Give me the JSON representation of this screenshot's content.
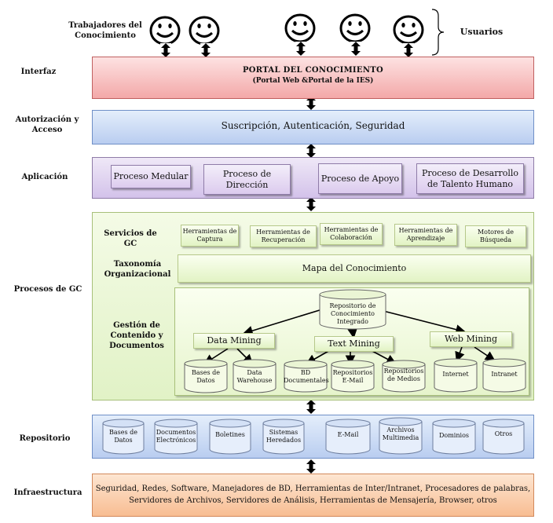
{
  "users": {
    "workers_label": "Trabajadores del Conocimiento",
    "users_label": "Usuarios"
  },
  "layers": {
    "interfaz": {
      "label": "Interfaz",
      "title": "PORTAL DEL CONOCIMIENTO",
      "subtitle": "(Portal Web &Portal de la IES)"
    },
    "autorizacion": {
      "label": "Autorización y Acceso",
      "text": "Suscripción, Autenticación, Seguridad"
    },
    "aplicacion": {
      "label": "Aplicación",
      "items": [
        "Proceso Medular",
        "Proceso de Dirección",
        "Proceso de Apoyo",
        "Proceso de Desarrollo de Talento Humano"
      ]
    },
    "procesos": {
      "label": "Procesos de GC",
      "servicios_label": "Servicios de GC",
      "servicios": [
        "Herramientas de Captura",
        "Herramientas de Recuperación",
        "Herramientas de Colaboración",
        "Herramientas de Aprendizaje",
        "Motores de Búsqueda"
      ],
      "taxonomia_label": "Taxonomía Organizacional",
      "mapa": "Mapa del Conocimiento",
      "gestion_label": "Gestión de Contenido y Documentos",
      "repositorio": "Repositorio de Conocimiento Integrado",
      "mining": [
        "Data Mining",
        "Text Mining",
        "Web Mining"
      ],
      "stores": [
        "Bases de Datos",
        "Data Warehouse",
        "BD Documentales",
        "Repositorios E-Mail",
        "Repositorios de Medios",
        "Internet",
        "Intranet"
      ]
    },
    "repositorio": {
      "label": "Repositorio",
      "items": [
        "Bases de Datos",
        "Documentos Electrónicos",
        "Boletines",
        "Sistemas Heredados",
        "E-Mail",
        "Archivos Multimedia",
        "Dominios",
        "Otros"
      ]
    },
    "infraestructura": {
      "label": "Infraestructura",
      "line1": "Seguridad, Redes, Software, Manejadores de BD, Herramientas de Inter/Intranet, Procesadores de palabras,",
      "line2": "Servidores de Archivos, Servidores de Análisis, Herramientas de Mensajería, Browser, otros"
    }
  }
}
